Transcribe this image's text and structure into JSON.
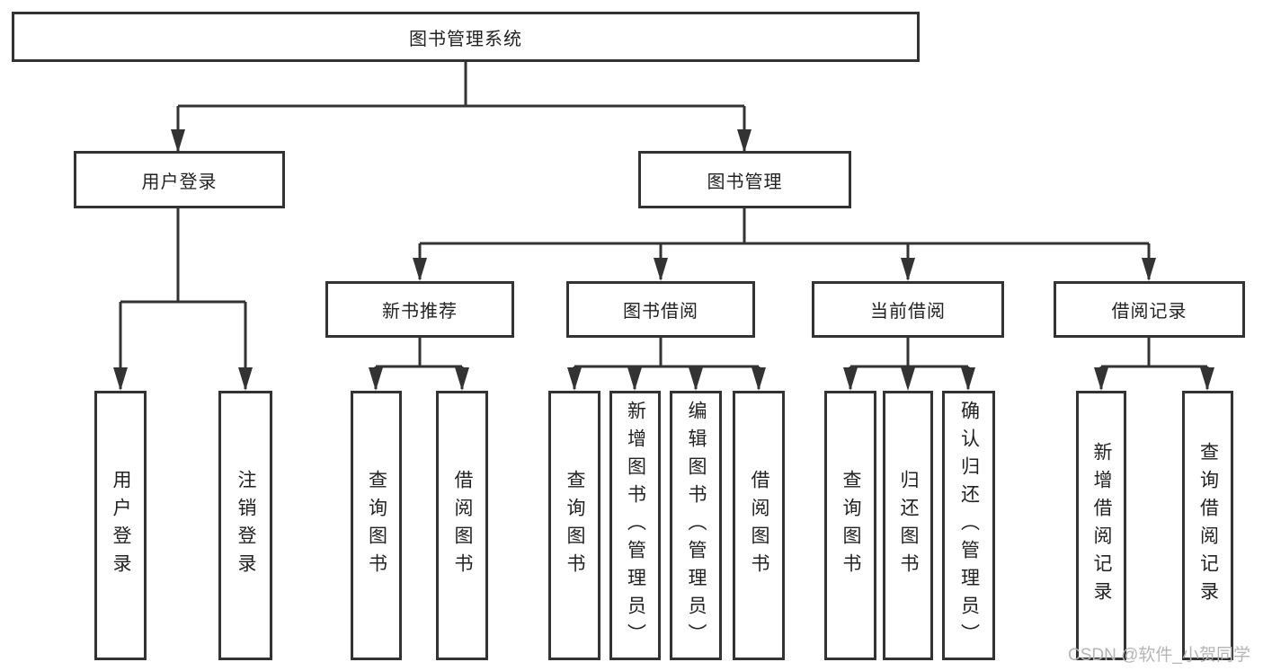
{
  "diagram_type": "hierarchy-tree",
  "watermark": "CSDN @软件_小贺同学",
  "colors": {
    "line": "#333333",
    "text": "#222222",
    "box_background": "#ffffff",
    "watermark": "#b5b5b5"
  },
  "tree": {
    "label": "图书管理系统",
    "children": [
      {
        "label": "用户登录",
        "children": [
          {
            "label": "用户登录"
          },
          {
            "label": "注销登录"
          }
        ]
      },
      {
        "label": "图书管理",
        "children": [
          {
            "label": "新书推荐",
            "children": [
              {
                "label": "查询图书"
              },
              {
                "label": "借阅图书"
              }
            ]
          },
          {
            "label": "图书借阅",
            "children": [
              {
                "label": "查询图书"
              },
              {
                "label": "新增图书（管理员）"
              },
              {
                "label": "编辑图书（管理员）"
              },
              {
                "label": "借阅图书"
              }
            ]
          },
          {
            "label": "当前借阅",
            "children": [
              {
                "label": "查询图书"
              },
              {
                "label": "归还图书"
              },
              {
                "label": "确认归还（管理员）"
              }
            ]
          },
          {
            "label": "借阅记录",
            "children": [
              {
                "label": "新增借阅记录"
              },
              {
                "label": "查询借阅记录"
              }
            ]
          }
        ]
      }
    ]
  }
}
